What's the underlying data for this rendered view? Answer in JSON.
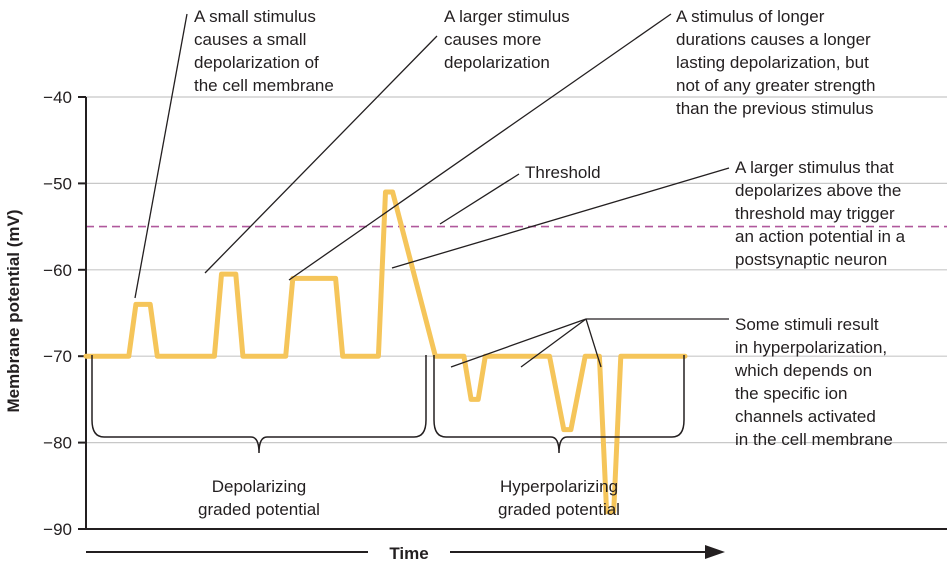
{
  "chart_data": {
    "type": "line",
    "ylabel": "Membrane potential (mV)",
    "xlabel": "Time",
    "ylim": [
      -90,
      -40
    ],
    "yticks": [
      -40,
      -50,
      -60,
      -70,
      -80,
      -90
    ],
    "ytick_labels": [
      "−40",
      "−50",
      "−60",
      "−70",
      "−80",
      "−90"
    ],
    "grid": true,
    "threshold": {
      "value": -55,
      "label": "Threshold",
      "color": "#b0589c"
    },
    "series": [
      {
        "color": "#f5c55a",
        "x": [
          0,
          3,
          3.5,
          4.5,
          5,
          6,
          6.5,
          9,
          9.5,
          10.5,
          11,
          12.5,
          13,
          14,
          14.5,
          17.5,
          18,
          19,
          19.5,
          20,
          20.5,
          21,
          21.5,
          24.5,
          25,
          26,
          26.5,
          27,
          27.5,
          28,
          28.5,
          32,
          32.5,
          33.5,
          34,
          35,
          35.5,
          36,
          36.5,
          37,
          37.5,
          39,
          39.5,
          40,
          40.5,
          42
        ],
        "y": [
          -70,
          -70,
          -64,
          -64,
          -70,
          -70,
          -70,
          -70,
          -60.5,
          -60.5,
          -70,
          -70,
          -70,
          -70,
          -61,
          -61,
          -70,
          -70,
          -70,
          -70,
          -70,
          -51,
          -51,
          -70,
          -70,
          -70,
          -70,
          -75,
          -75,
          -70,
          -70,
          -70,
          -70,
          -78.5,
          -78.5,
          -70,
          -70,
          -70,
          -88,
          -88,
          -70,
          -70,
          -70,
          -70,
          -70,
          -70
        ]
      }
    ],
    "groups": [
      {
        "label_lines": [
          "Depolarizing",
          "graded potential"
        ]
      },
      {
        "label_lines": [
          "Hyperpolarizing",
          "graded potential"
        ]
      }
    ],
    "annotations": [
      {
        "id": "small",
        "lines": [
          "A small stimulus",
          "causes a small",
          "depolarization of",
          "the cell membrane"
        ]
      },
      {
        "id": "larger",
        "lines": [
          "A larger stimulus",
          "causes more",
          "depolarization"
        ]
      },
      {
        "id": "longer",
        "lines": [
          "A stimulus of longer",
          "durations causes a longer",
          "lasting depolarization, but",
          "not of any greater strength",
          "than the previous stimulus"
        ]
      },
      {
        "id": "threshold-trigger",
        "lines": [
          "A larger stimulus that",
          "depolarizes above the",
          "threshold may trigger",
          "an action potential in a",
          "postsynaptic neuron"
        ]
      },
      {
        "id": "hyper",
        "lines": [
          "Some stimuli result",
          "in hyperpolarization,",
          "which depends on",
          "the specific ion",
          "channels activated",
          "in the cell membrane"
        ]
      }
    ]
  }
}
